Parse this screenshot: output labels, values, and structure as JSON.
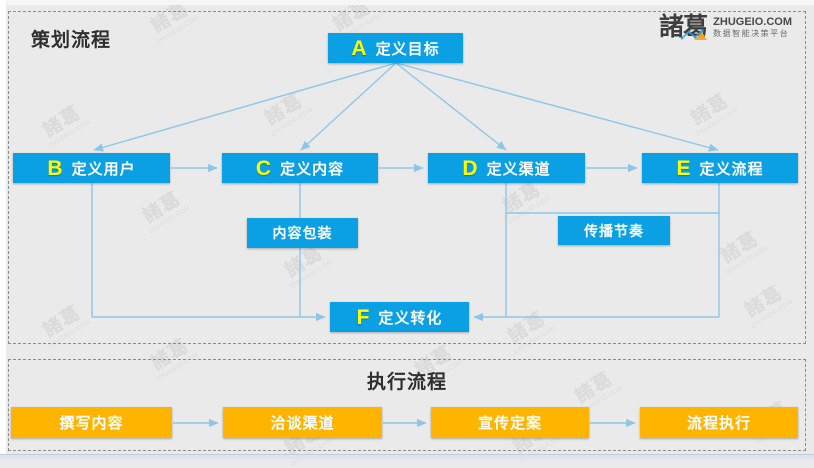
{
  "watermark": {
    "text": "諸葛",
    "subtext": "ZHUGEIO.COM"
  },
  "logo": {
    "brand": "諸葛",
    "domain": "ZHUGEIO.COM",
    "tagline": "数据智能决策平台"
  },
  "planning": {
    "title": "策划流程",
    "nodes": [
      {
        "letter": "A",
        "label": "定义目标"
      },
      {
        "letter": "B",
        "label": "定义用户"
      },
      {
        "letter": "C",
        "label": "定义内容"
      },
      {
        "letter": "D",
        "label": "定义渠道"
      },
      {
        "letter": "E",
        "label": "定义流程"
      },
      {
        "letter": "F",
        "label": "定义转化"
      }
    ],
    "sub_nodes": [
      {
        "label": "内容包装"
      },
      {
        "label": "传播节奏"
      }
    ]
  },
  "execution": {
    "title": "执行流程",
    "steps": [
      "撰写内容",
      "洽谈渠道",
      "宣传定案",
      "流程执行"
    ]
  },
  "colors": {
    "node_blue": "#0aa0e3",
    "step_orange": "#ffb400",
    "letter_yellow": "#ffff00",
    "connector_blue": "#8fc6e8"
  }
}
